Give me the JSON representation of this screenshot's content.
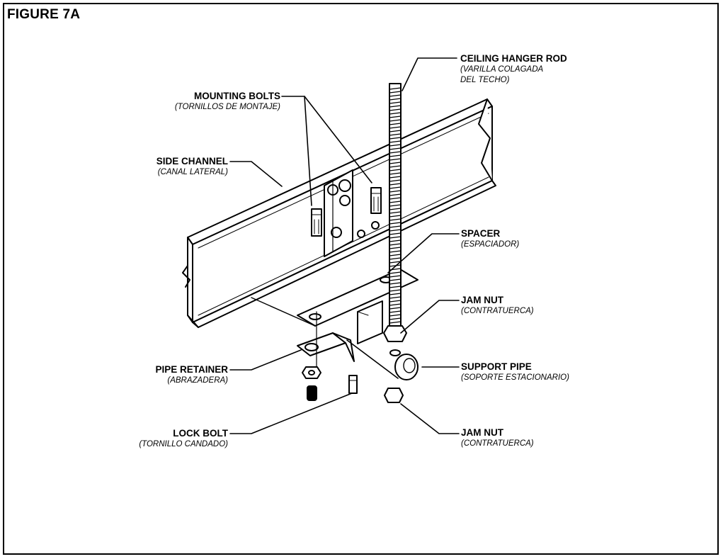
{
  "figure_title": "FIGURE 7A",
  "labels": {
    "ceiling_hanger_rod": {
      "en": "CEILING HANGER ROD",
      "es": "(VARILLA COLAGADA\nDEL TECHO)"
    },
    "mounting_bolts": {
      "en": "MOUNTING BOLTS",
      "es": "(TORNILLOS DE MONTAJE)"
    },
    "side_channel": {
      "en": "SIDE CHANNEL",
      "es": "(CANAL LATERAL)"
    },
    "spacer": {
      "en": "SPACER",
      "es": "(ESPACIADOR)"
    },
    "jam_nut_top": {
      "en": "JAM NUT",
      "es": "(CONTRATUERCA)"
    },
    "support_pipe": {
      "en": "SUPPORT PIPE",
      "es": "(SOPORTE ESTACIONARIO)"
    },
    "pipe_retainer": {
      "en": "PIPE RETAINER",
      "es": "(ABRAZADERA)"
    },
    "lock_bolt": {
      "en": "LOCK BOLT",
      "es": "(TORNILLO CANDADO)"
    },
    "jam_nut_bottom": {
      "en": "JAM NUT",
      "es": "(CONTRATUERCA)"
    }
  }
}
